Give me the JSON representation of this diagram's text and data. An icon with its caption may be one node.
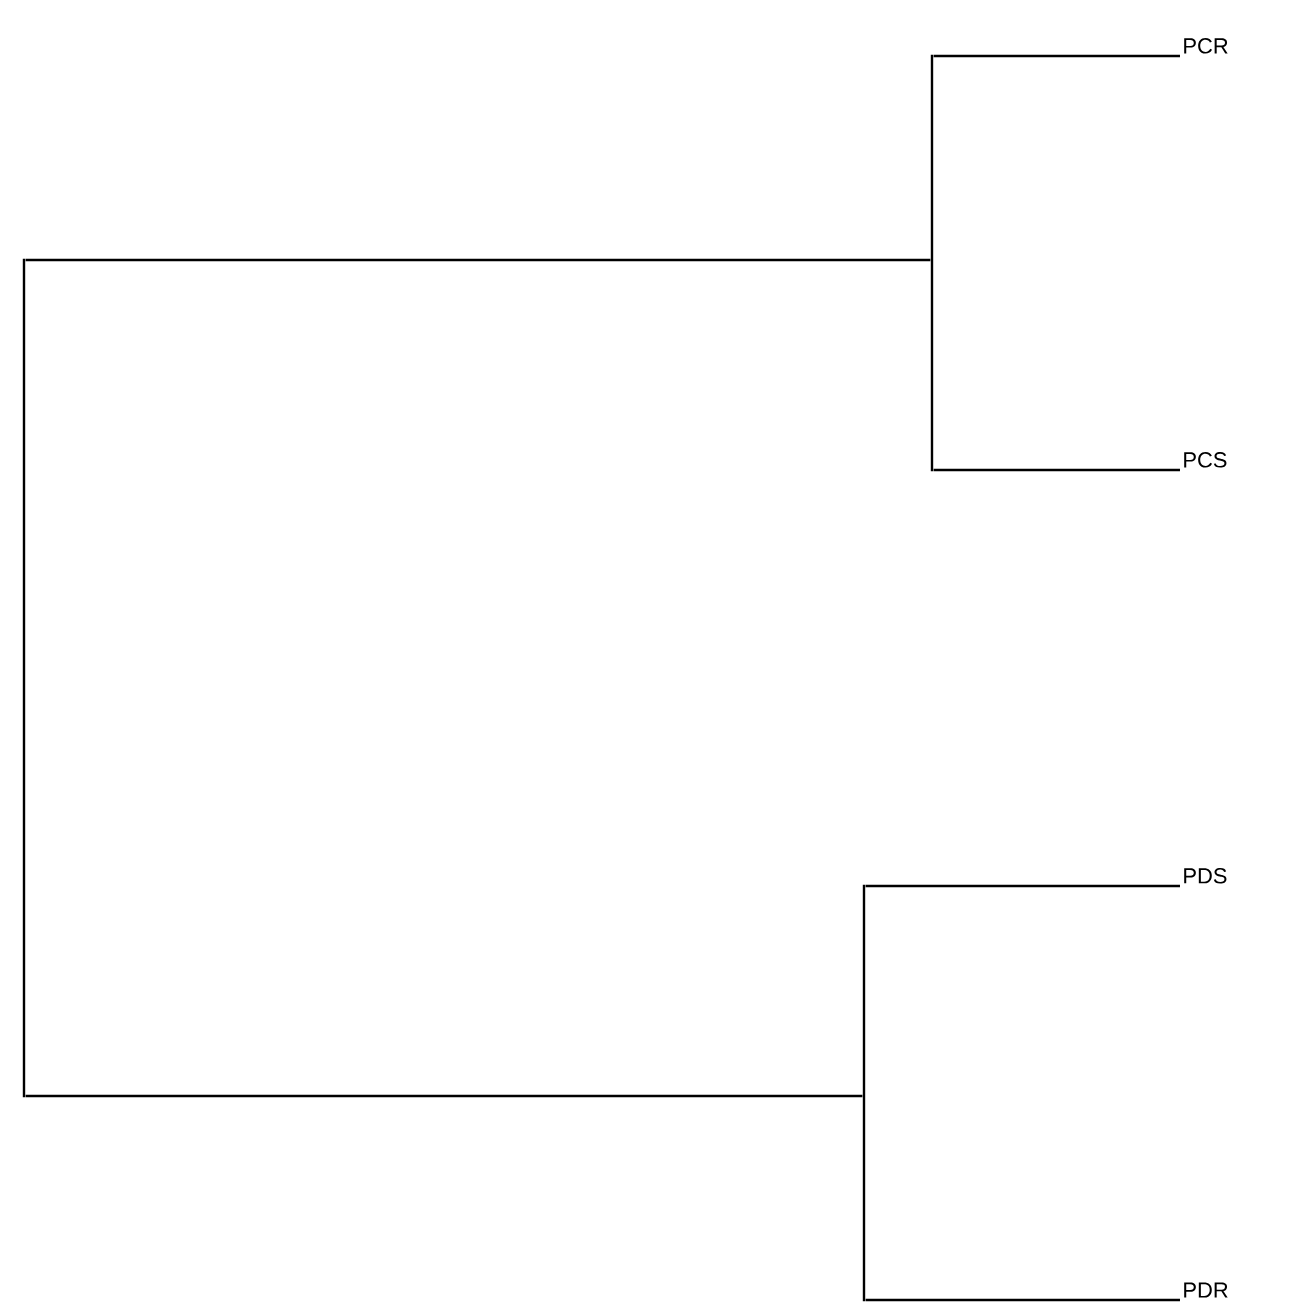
{
  "diagram": {
    "nodes": [
      {
        "text": [
          "PCR"
        ]
      },
      {
        "text": [
          "PCS"
        ]
      },
      {
        "text": [
          "PDS"
        ]
      },
      {
        "text": [
          "PDR"
        ]
      },
      {
        "text": [],
        "shape": "bar"
      },
      {
        "text": [],
        "shape": "bar"
      },
      {
        "text": [],
        "shape": "bar"
      }
    ],
    "edges": [
      {
        "from": 6,
        "to": 4,
        "arrow": "none"
      },
      {
        "from": 6,
        "to": 5,
        "arrow": "none"
      },
      {
        "from": 4,
        "to": 0,
        "arrow": "none"
      },
      {
        "from": 4,
        "to": 1,
        "arrow": "none"
      },
      {
        "from": 5,
        "to": 2,
        "arrow": "none"
      },
      {
        "from": 5,
        "to": 3,
        "arrow": "none"
      }
    ]
  }
}
